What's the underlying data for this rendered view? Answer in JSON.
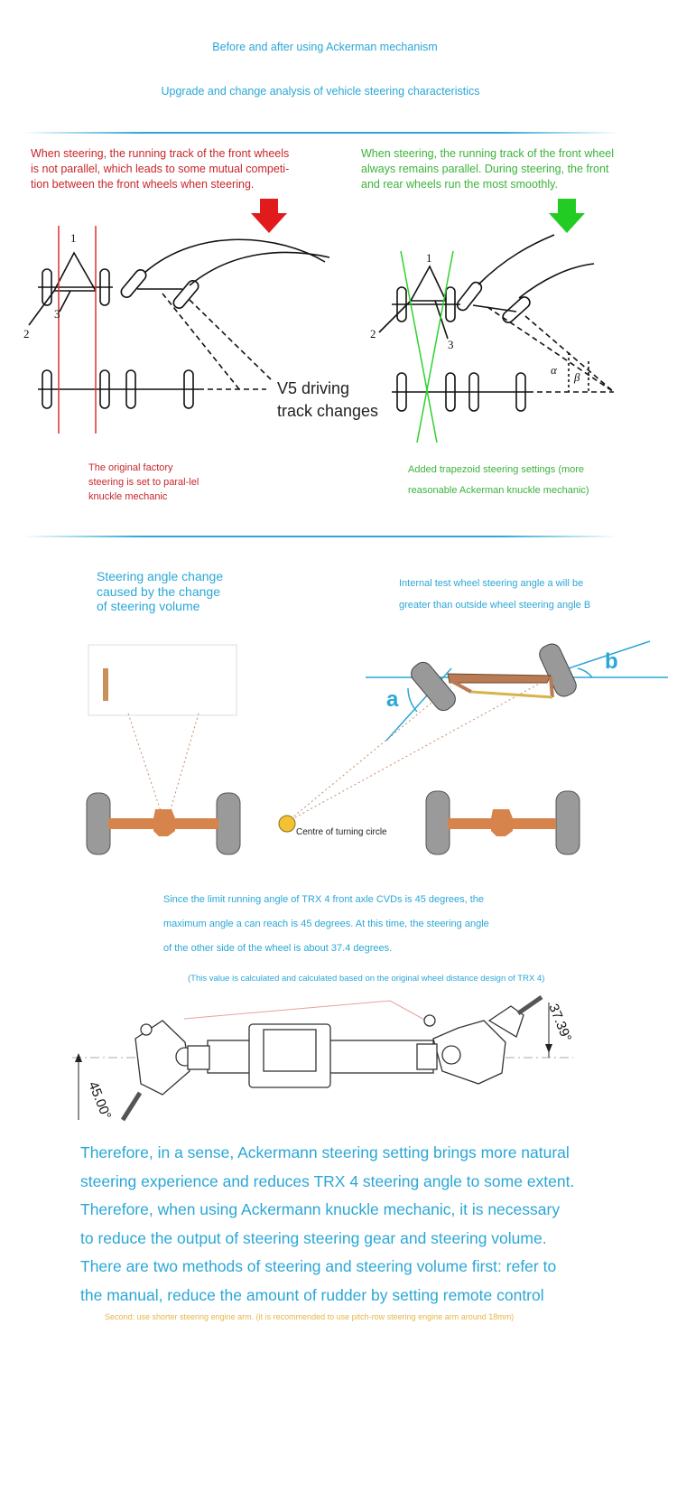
{
  "header": {
    "title": "Before and after using Ackerman mechanism",
    "subtitle": "Upgrade and change analysis of vehicle steering characteristics"
  },
  "section1": {
    "left_desc": "When steering, the running track of the front wheels is not parallel, which leads to some mutual competi-tion between the front wheels when steering.",
    "right_desc": "When steering, the running track of the front wheel always remains parallel. During steering, the front and rear wheels run the most smoothly.",
    "center_label_1": "V5 driving",
    "center_label_2": "track changes",
    "left_caption": "The original factory steering is set to paral-lel knuckle mechanic",
    "right_caption_1": "Added trapezoid steering settings (more",
    "right_caption_2": "reasonable Ackerman knuckle mechanic)",
    "diagram_labels": {
      "n1": "1",
      "n2": "2",
      "n3": "3",
      "alpha": "α",
      "beta": "β"
    }
  },
  "section2": {
    "left_title": "Steering angle change caused by the change of steering volume",
    "right_line_1": "Internal test wheel steering angle a will be",
    "right_line_2": "greater than outside wheel steering angle B",
    "label_a": "a",
    "label_b": "b",
    "turning_circle": "Centre of turning circle"
  },
  "section3": {
    "p1": "Since the limit running angle of TRX 4 front axle CVDs is 45 degrees, the",
    "p2": "maximum angle a can reach is 45 degrees. At this time, the steering angle",
    "p3": "of the other side of the wheel is about 37.4 degrees.",
    "note": "(This value is calculated and calculated based on the original wheel distance design of TRX 4)",
    "angle_left": "45.00°",
    "angle_right": "37.39°"
  },
  "section4": {
    "lines": [
      "Therefore, in a sense, Ackermann steering setting brings more natural",
      "steering experience and reduces TRX 4 steering angle to some extent.",
      "Therefore, when using Ackermann knuckle mechanic, it is necessary",
      "to reduce the output of steering steering gear and steering volume.",
      "There are two methods of steering and steering volume first: refer to",
      "the manual, reduce the amount of rudder by setting remote control"
    ],
    "second": "Second: use shorter steering engine arm. (it is recommended to use pitch-row steering engine arm around 18mm)"
  },
  "colors": {
    "cyan": "#2aa7d6",
    "red": "#c8262a",
    "green": "#3bb33b",
    "orange": "#d9824d",
    "gold": "#e8b54a"
  }
}
